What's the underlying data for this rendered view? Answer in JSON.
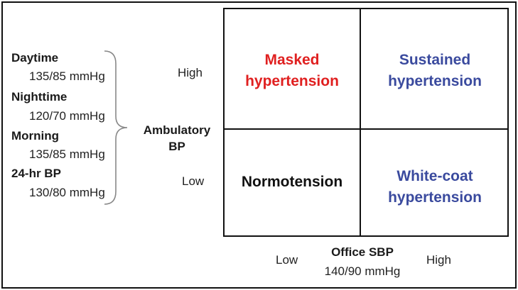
{
  "criteria": [
    {
      "label": "Daytime",
      "value": "135/85 mmHg"
    },
    {
      "label": "Nighttime",
      "value": "120/70 mmHg"
    },
    {
      "label": "Morning",
      "value": "135/85 mmHg"
    },
    {
      "label": "24-hr BP",
      "value": "130/80 mmHg"
    }
  ],
  "y_axis": {
    "title_line1": "Ambulatory",
    "title_line2": "BP",
    "high": "High",
    "low": "Low"
  },
  "x_axis": {
    "title": "Office SBP",
    "subtitle": "140/90 mmHg",
    "low": "Low",
    "high": "High"
  },
  "quadrants": {
    "top_left": {
      "line1": "Masked",
      "line2": "hypertension",
      "color": "#e02020"
    },
    "top_right": {
      "line1": "Sustained",
      "line2": "hypertension",
      "color": "#3a4a9e"
    },
    "bottom_left": {
      "line1": "Normotension",
      "color": "#111111"
    },
    "bottom_right": {
      "line1": "White-coat",
      "line2": "hypertension",
      "color": "#3a4a9e"
    }
  }
}
